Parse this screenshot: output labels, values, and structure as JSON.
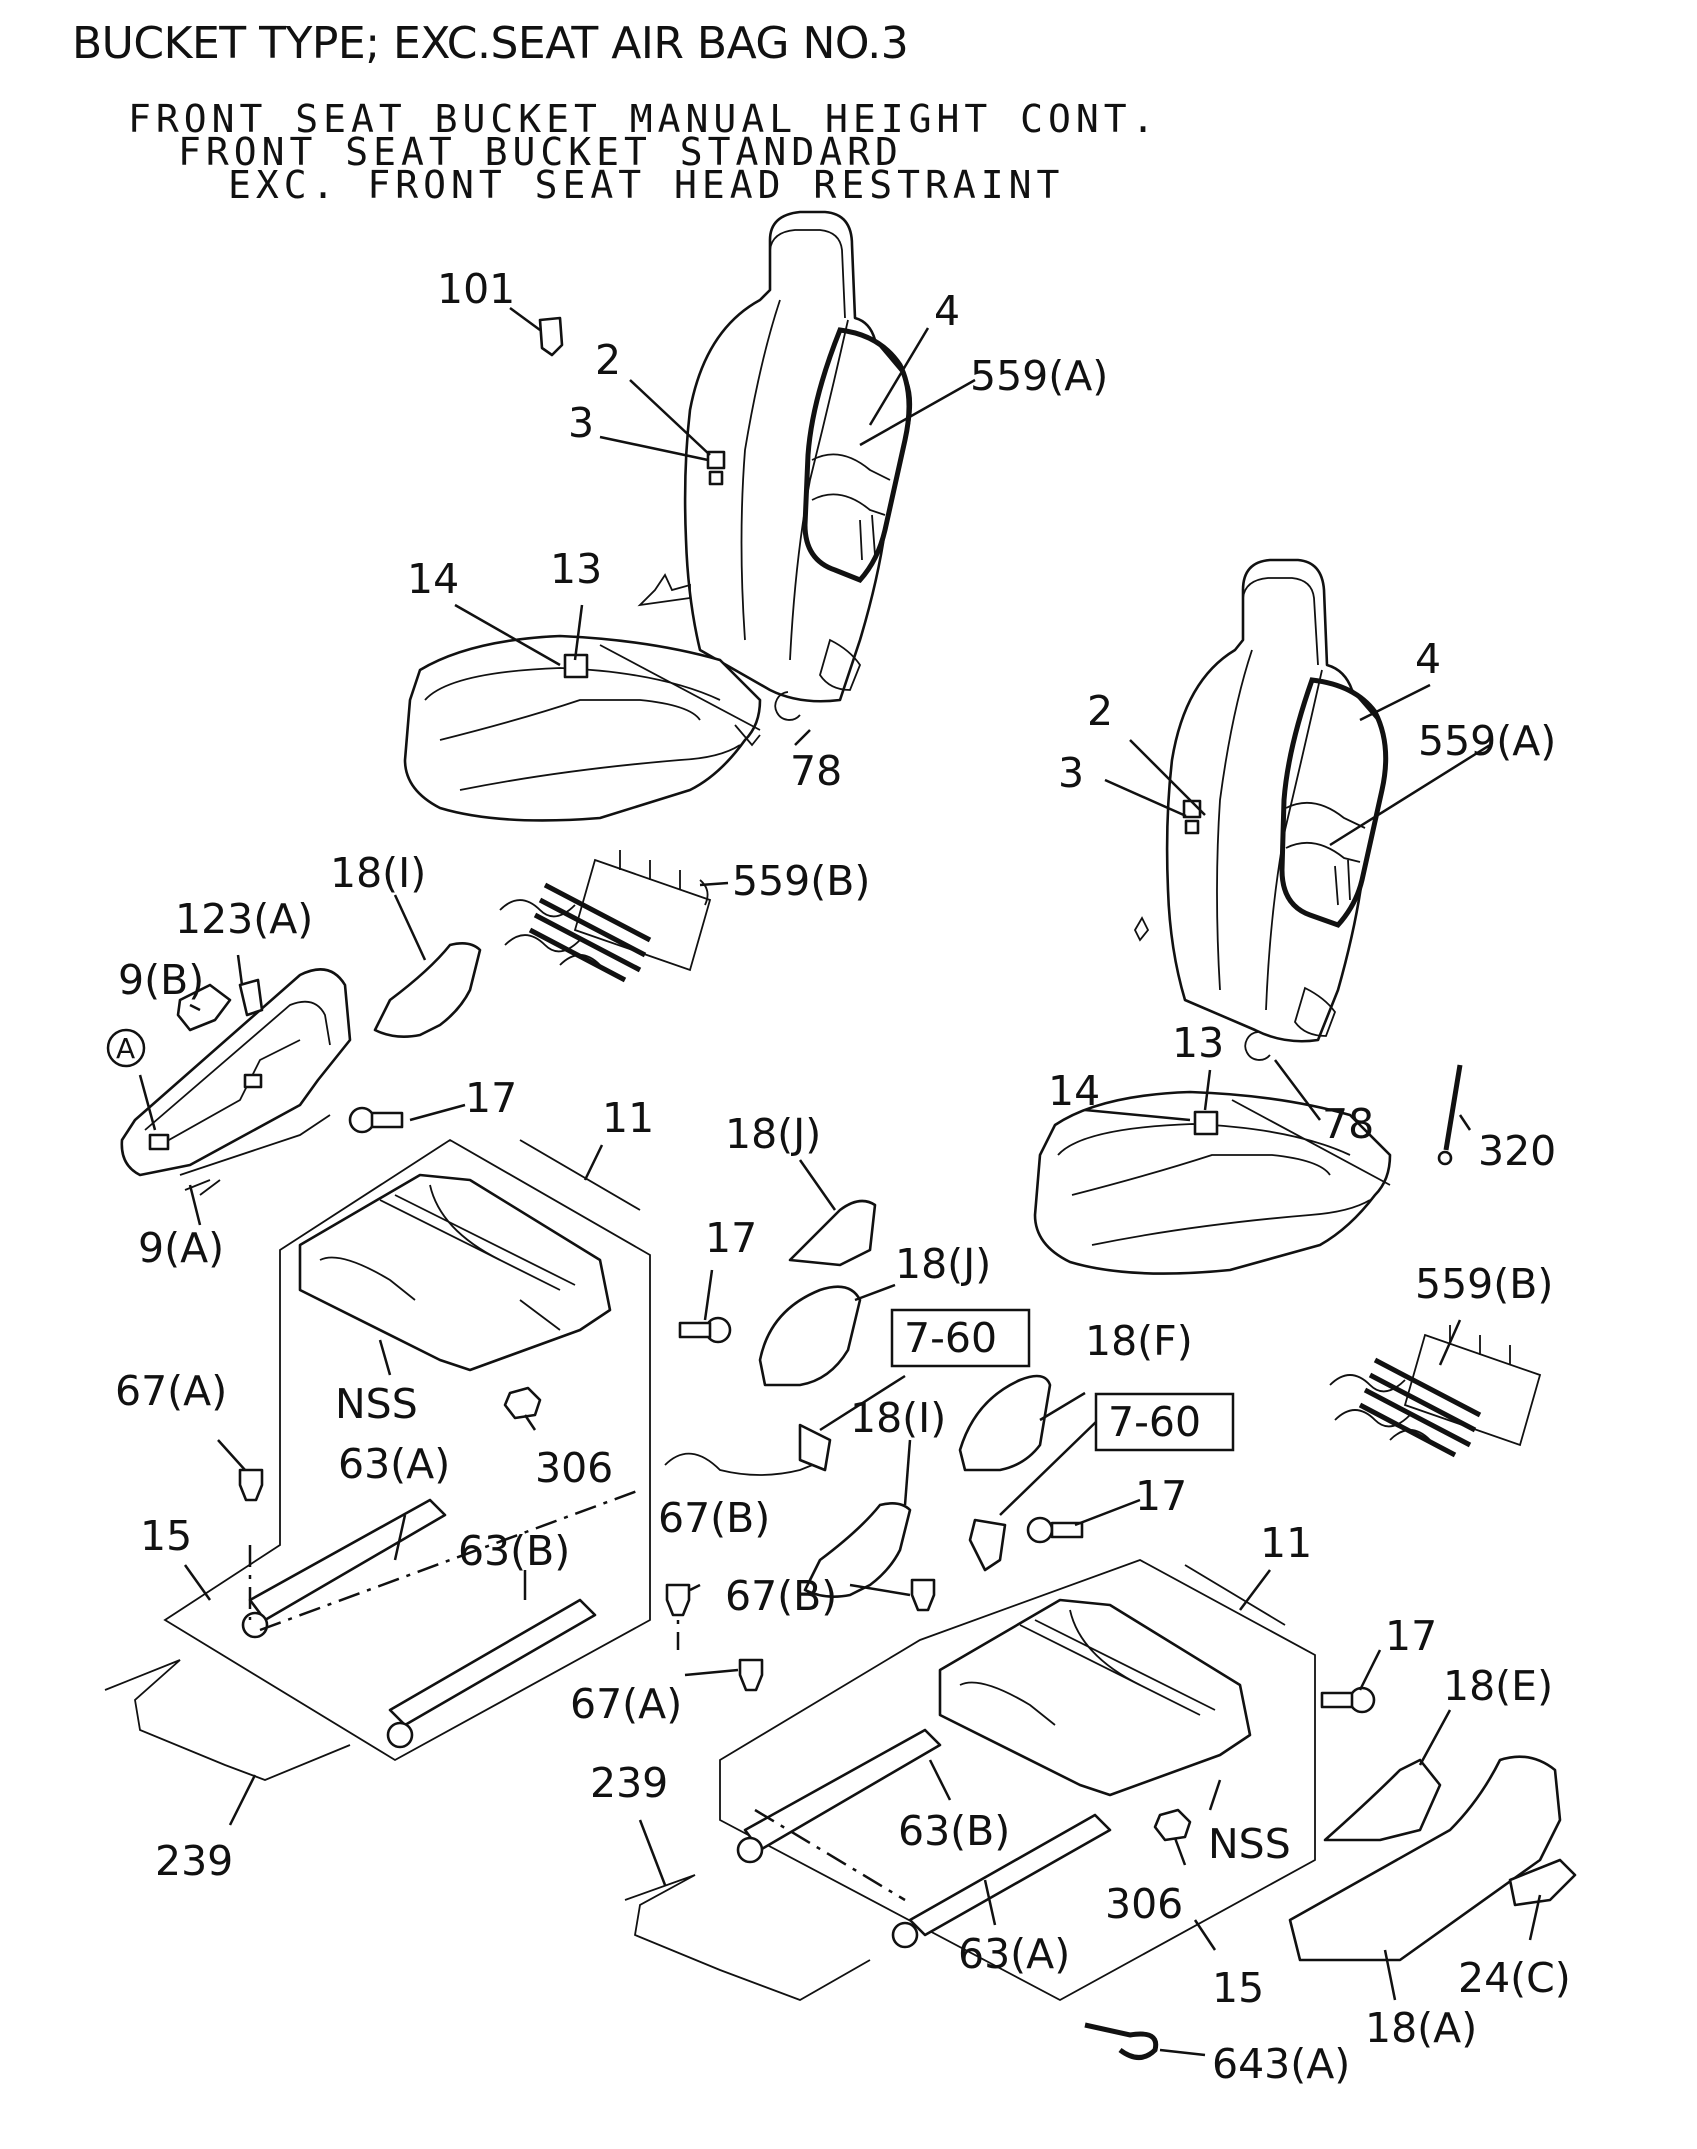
{
  "heading": "BUCKET TYPE; EXC.SEAT AIR BAG NO.3",
  "subtitle_lines": [
    "FRONT SEAT BUCKET MANUAL HEIGHT CONT.",
    "FRONT SEAT BUCKET STANDARD",
    "EXC. FRONT SEAT HEAD RESTRAINT"
  ],
  "callouts": {
    "c101": "101",
    "c2a": "2",
    "c3a": "3",
    "c4a": "4",
    "c559a1": "559(A)",
    "c14a": "14",
    "c13a": "13",
    "c78a": "78",
    "c18i1": "18(I)",
    "c559b1": "559(B)",
    "c123a": "123(A)",
    "c9b": "9(B)",
    "cA": "A",
    "c9a": "9(A)",
    "c17a": "17",
    "c11a": "11",
    "c18j1": "18(J)",
    "c17b": "17",
    "c18j2": "18(J)",
    "c760a": "7-60",
    "c18f": "18(F)",
    "c760b": "7-60",
    "c18i2": "18(I)",
    "c67a1": "67(A)",
    "cNSS1": "NSS",
    "c306a": "306",
    "c63a1": "63(A)",
    "c15a": "15",
    "c63b1": "63(B)",
    "c67b1": "67(B)",
    "c67b2": "67(B)",
    "c239a": "239",
    "c67a2": "67(A)",
    "c239b": "239",
    "c2b": "2",
    "c3b": "3",
    "c4b": "4",
    "c559a2": "559(A)",
    "c14b": "14",
    "c13b": "13",
    "c78b": "78",
    "c320": "320",
    "c559b2": "559(B)",
    "c17c": "17",
    "c11b": "11",
    "c17d": "17",
    "c18e": "18(E)",
    "c63b2": "63(B)",
    "cNSS2": "NSS",
    "c306b": "306",
    "c63a2": "63(A)",
    "c15b": "15",
    "c24c": "24(C)",
    "c18a": "18(A)",
    "c643a": "643(A)"
  }
}
